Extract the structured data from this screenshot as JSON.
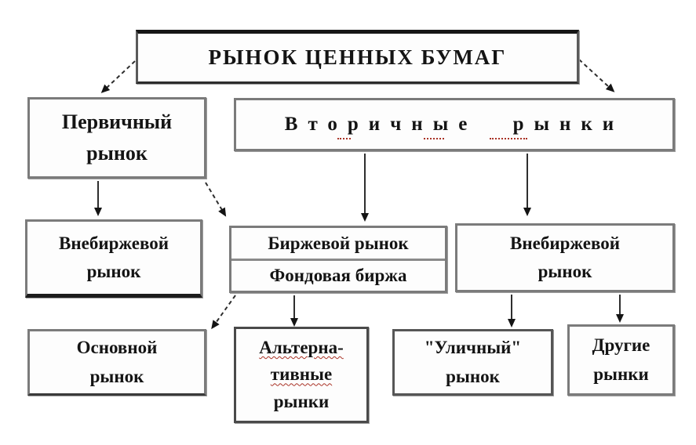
{
  "nodes": {
    "securities_market": {
      "label": "РЫНОК ЦЕННЫХ БУМАГ"
    },
    "primary_market": {
      "line1": "Первичный",
      "line2": "рынок"
    },
    "secondary_markets": {
      "label": "Вторичные рынки"
    },
    "otc_market_left": {
      "line1": "Внебиржевой",
      "line2": "рынок"
    },
    "exchange_market": {
      "label": "Биржевой рынок"
    },
    "stock_exchange": {
      "label": "Фондовая биржа"
    },
    "otc_market_right": {
      "line1": "Внебиржевой",
      "line2": "рынок"
    },
    "main_market": {
      "line1": "Основной",
      "line2": "рынок"
    },
    "alternative_markets": {
      "line1": "Альтерна-",
      "line2": "тивные",
      "line3": "рынки"
    },
    "street_market": {
      "line1": "\"Уличный\"",
      "line2": "рынок"
    },
    "other_markets": {
      "line1": "Другие",
      "line2": "рынки"
    }
  },
  "edges": [
    {
      "from": "securities_market",
      "to": "primary_market",
      "style": "dashed"
    },
    {
      "from": "securities_market",
      "to": "secondary_markets",
      "style": "dashed"
    },
    {
      "from": "primary_market",
      "to": "otc_market_left",
      "style": "solid"
    },
    {
      "from": "primary_market",
      "to": "exchange_market",
      "style": "dashed"
    },
    {
      "from": "secondary_markets",
      "to": "exchange_market",
      "style": "solid"
    },
    {
      "from": "secondary_markets",
      "to": "otc_market_right",
      "style": "solid"
    },
    {
      "from": "exchange_market",
      "to": "main_market",
      "style": "dashed"
    },
    {
      "from": "exchange_market",
      "to": "alternative_markets",
      "style": "solid"
    },
    {
      "from": "otc_market_right",
      "to": "street_market",
      "style": "solid"
    },
    {
      "from": "otc_market_right",
      "to": "other_markets",
      "style": "solid"
    }
  ],
  "colors": {
    "background": "#ffffff",
    "box_border": "#7b7b7b",
    "text": "#141414",
    "arrow": "#2e2e2e",
    "spellcheck_underline": "#a93226"
  }
}
